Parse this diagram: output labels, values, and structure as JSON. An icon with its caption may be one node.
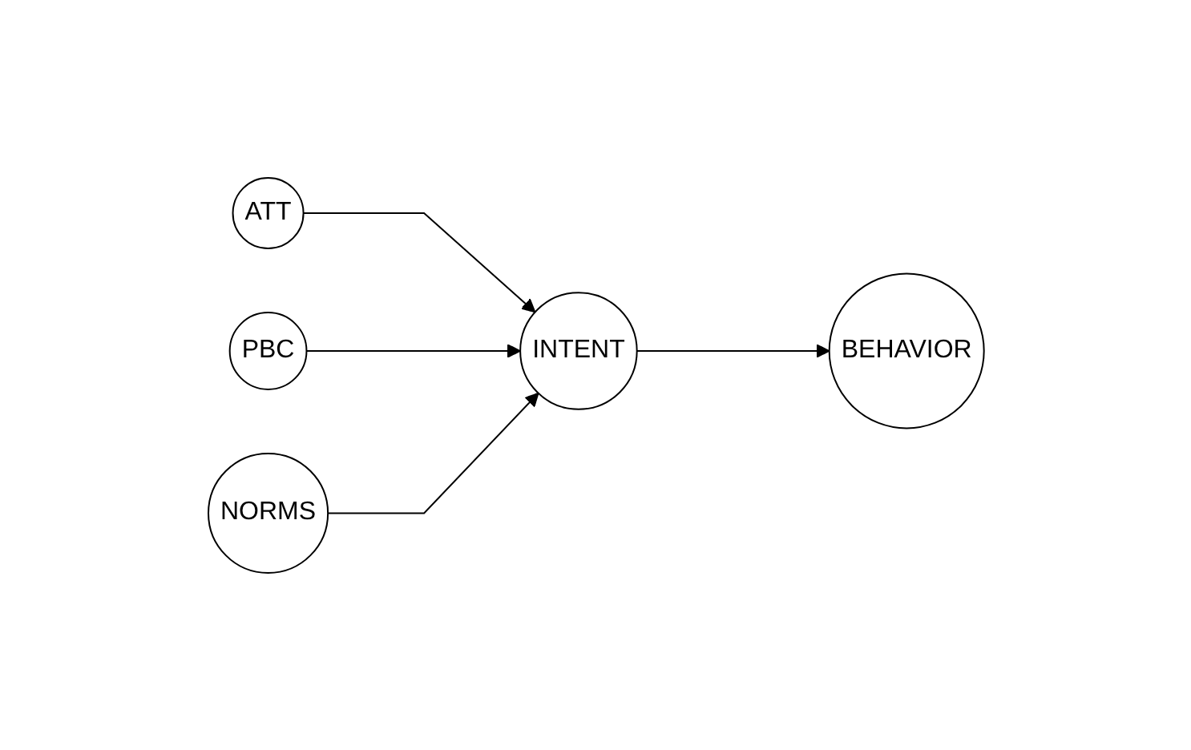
{
  "diagram": {
    "nodes": [
      {
        "text": [
          "ATT"
        ]
      },
      {
        "text": [
          "PBC"
        ]
      },
      {
        "text": [
          "NORMS"
        ]
      },
      {
        "text": [
          "INTENT"
        ]
      },
      {
        "text": [
          "BEHAVIOR"
        ]
      }
    ],
    "edges": [
      {
        "from": 0,
        "to": 3,
        "arrow": "to"
      },
      {
        "from": 1,
        "to": 3,
        "arrow": "to"
      },
      {
        "from": 2,
        "to": 3,
        "arrow": "to"
      },
      {
        "from": 3,
        "to": 4,
        "arrow": "to"
      }
    ]
  }
}
